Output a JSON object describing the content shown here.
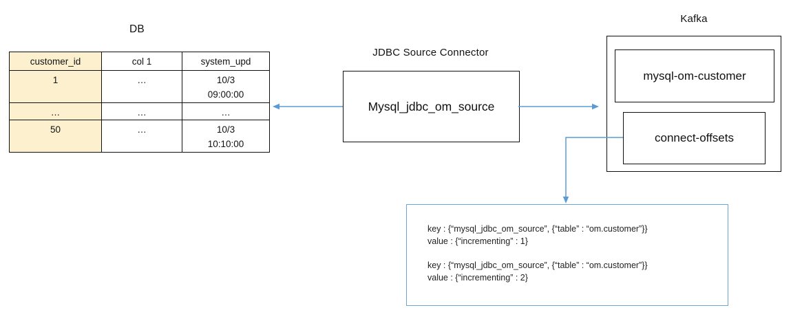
{
  "db": {
    "title": "DB",
    "table": {
      "headers": [
        "customer_id",
        "col 1",
        "system_upd"
      ],
      "rows": [
        [
          "1",
          "…",
          "10/3\n09:00:00"
        ],
        [
          "…",
          "…",
          "…"
        ],
        [
          "50",
          "…",
          "10/3\n10:10:00"
        ]
      ],
      "key_column_color": "#FDF0CE"
    }
  },
  "connector": {
    "title": "JDBC Source Connector",
    "box_label": "Mysql_jdbc_om_source"
  },
  "kafka": {
    "title": "Kafka",
    "topics": [
      "mysql-om-customer",
      "connect-offsets"
    ]
  },
  "offsets_detail": {
    "records": [
      {
        "key": "key : {“mysql_jdbc_om_source”, {“table” : “om.customer”}}",
        "value": "value : {“incrementing” : 1}"
      },
      {
        "key": "key : {“mysql_jdbc_om_source”, {“table” : “om.customer”}}",
        "value": "value : {“incrementing” : 2}"
      }
    ],
    "border_color": "#6FA5D6"
  },
  "accent_color": "#5B9BD5"
}
